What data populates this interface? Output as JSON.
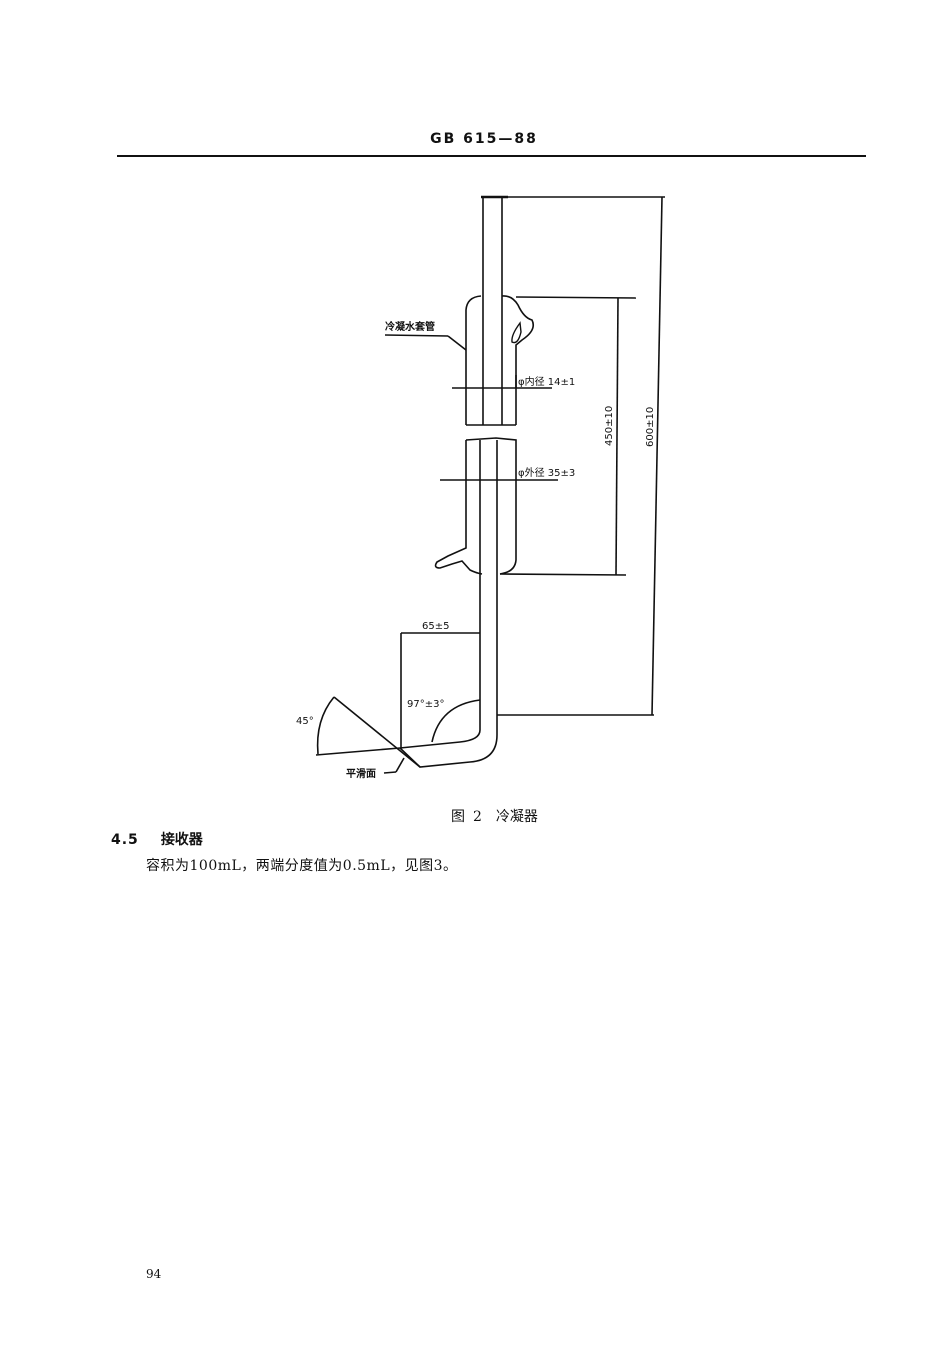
{
  "header": {
    "standard_number": "GB 615—88"
  },
  "figure": {
    "labels": {
      "jacket": "冷凝水套管",
      "inner_diameter": "φ内径 14±1",
      "outer_diameter": "φ外径 35±3",
      "dim_450": "450±10",
      "dim_600": "600±10",
      "dim_65": "65±5",
      "angle_97": "97°±3°",
      "angle_45": "45°",
      "smooth_surface": "平滑面"
    },
    "caption": {
      "prefix": "图",
      "number": "2",
      "title": "冷凝器"
    }
  },
  "section": {
    "number": "4.5",
    "title": "接收器",
    "body": "容积为100mL，两端分度值为0.5mL，见图3。"
  },
  "footer": {
    "page_number": "94"
  }
}
